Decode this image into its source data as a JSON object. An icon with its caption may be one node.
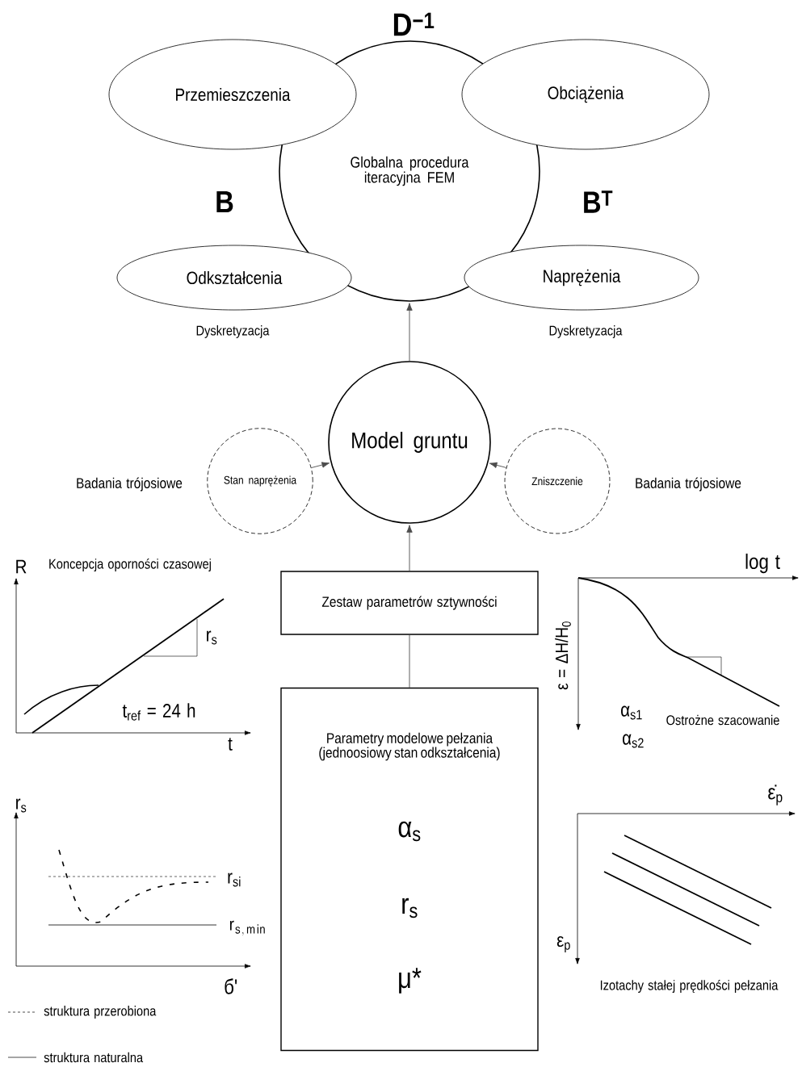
{
  "diagram": {
    "nodes": [
      {
        "text": [
          "Globalna procedura iteracyjna FEM"
        ]
      },
      {
        "text": [
          "Przemieszczenia"
        ]
      },
      {
        "text": [
          "Obciążenia"
        ]
      },
      {
        "text": [
          "Odkształcenia"
        ],
        "beside": [
          "Dyskretyzacja"
        ]
      },
      {
        "text": [
          "Naprężenia"
        ],
        "beside": [
          "Dyskretyzacja"
        ]
      },
      {
        "text": [
          "Model gruntu"
        ]
      },
      {
        "text": [
          "Stan naprężenia"
        ],
        "beside": [
          "Badania trójosiowe"
        ]
      },
      {
        "text": [
          "Zniszczenie"
        ],
        "beside": [
          "Badania trójosiowe"
        ]
      },
      {
        "text": [
          "Zestaw parametrów sztywności"
        ]
      },
      {
        "text": [
          "Parametry modelowe pełzania (jednoosiowy stan odkształcenia)",
          "α$_{s}$",
          "r$_{s}$",
          "μ*"
        ]
      }
    ],
    "edges": [
      {
        "from": 5,
        "to": 0,
        "arrow": "to"
      },
      {
        "from": 6,
        "to": 5,
        "arrow": "to"
      },
      {
        "from": 7,
        "to": 5,
        "arrow": "to"
      },
      {
        "from": 8,
        "to": 5,
        "arrow": "to"
      },
      {
        "from": 9,
        "to": 8,
        "arrow": "none"
      }
    ],
    "labels": [
      "D$^{−1}$",
      "B",
      "B$^{T}$",
      "R",
      "Koncepcja oporności czasowej",
      "log t",
      "r$_{s}$",
      "ε = ΔH/H$_{0}$",
      "t$_{ref}$ = 24 h",
      "α$_{s1}$",
      "Ostrożne szacowanie",
      "t",
      "α$_{s2}$",
      "ε̇$_{p}$",
      "r$_{s}$",
      "r$_{si}$",
      "\\mathrm{r}_{\\mathrm{s,\\,min}}",
      "ε$_{p}$",
      "б'",
      "Izotachy stałej prędkości pełzania"
    ],
    "legend": [
      {
        "text": "struktura przerobiona"
      },
      {
        "text": "struktura naturalna"
      }
    ]
  }
}
